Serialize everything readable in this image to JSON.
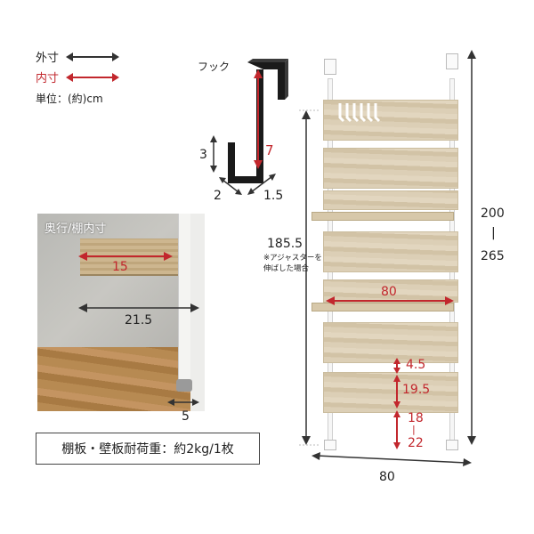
{
  "legend": {
    "outer_label": "外寸",
    "inner_label": "内寸",
    "unit_label": "単位：(約)cm"
  },
  "hook": {
    "title": "フック",
    "height_outer": "3",
    "height_inner": "7",
    "depth_a": "2",
    "depth_b": "1.5"
  },
  "photo": {
    "title": "奥行/棚内寸",
    "shelf_inner": "15",
    "depth_outer": "21.5",
    "foot": "5"
  },
  "weight_note": "棚板・壁板耐荷重：約2kg/1枚",
  "rack": {
    "height_left": "185.5",
    "adjuster_note_line1": "※アジャスターを",
    "adjuster_note_line2": "伸ばした場合",
    "height_total_min": "200",
    "height_total_sep": "|",
    "height_total_max": "265",
    "shelf_inner_width": "80",
    "gap_top": "4.5",
    "gap_mid": "19.5",
    "bottom_min": "18",
    "bottom_sep": "|",
    "bottom_max": "22",
    "width": "80"
  },
  "colors": {
    "accent_red": "#c2272d",
    "dark": "#333333",
    "wood": "#d8c9ab"
  }
}
